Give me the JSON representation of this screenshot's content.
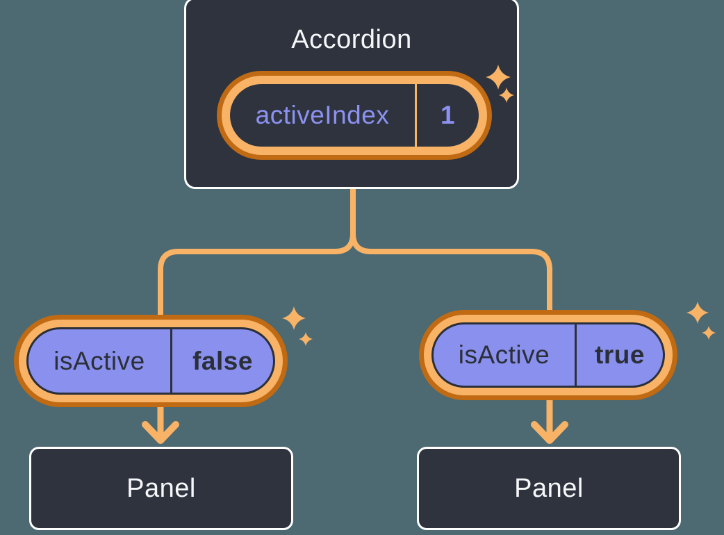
{
  "diagram": {
    "root": {
      "label": "Accordion",
      "state": {
        "name": "activeIndex",
        "value": "1"
      }
    },
    "children": [
      {
        "prop": {
          "name": "isActive",
          "value": "false"
        },
        "panel": {
          "label": "Panel"
        }
      },
      {
        "prop": {
          "name": "isActive",
          "value": "true"
        },
        "panel": {
          "label": "Panel"
        }
      }
    ],
    "icons": {
      "sparkle": "sparkle-icon",
      "arrow_down": "arrow-down-icon"
    },
    "colors": {
      "background": "#4D6971",
      "node_fill": "#2E333E",
      "node_border": "#FFFFFF",
      "ring_dark_orange": "#C06A13",
      "ring_light_orange": "#F8B366",
      "connector_orange": "#F8B366",
      "pill_purple": "#8A90EE",
      "purple_text": "#8D92F2",
      "dark_text": "#2A2F38",
      "light_text": "#F6F7F9"
    }
  }
}
